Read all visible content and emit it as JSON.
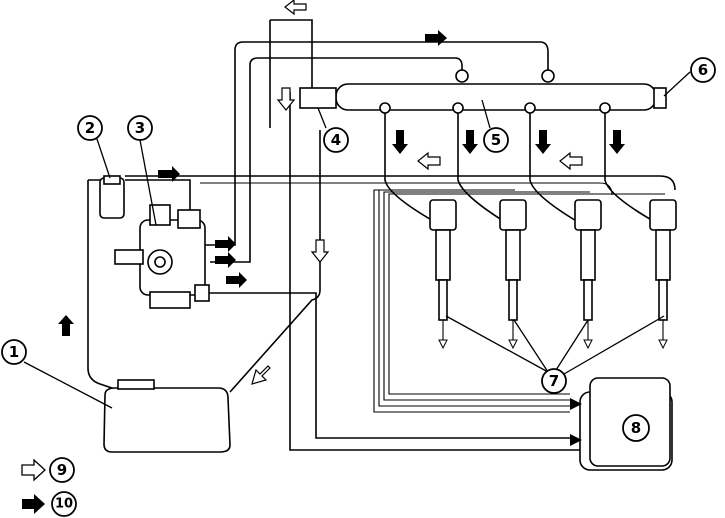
{
  "callouts": {
    "c1": "1",
    "c2": "2",
    "c3": "3",
    "c4": "4",
    "c5": "5",
    "c6": "6",
    "c7": "7",
    "c8": "8",
    "c9": "9",
    "c10": "10"
  },
  "legend": [
    {
      "symbol": "hollow-arrow-icon",
      "callout": "9"
    },
    {
      "symbol": "solid-arrow-icon",
      "callout": "10"
    }
  ],
  "colors": {
    "line": "#000000",
    "background": "#ffffff"
  }
}
